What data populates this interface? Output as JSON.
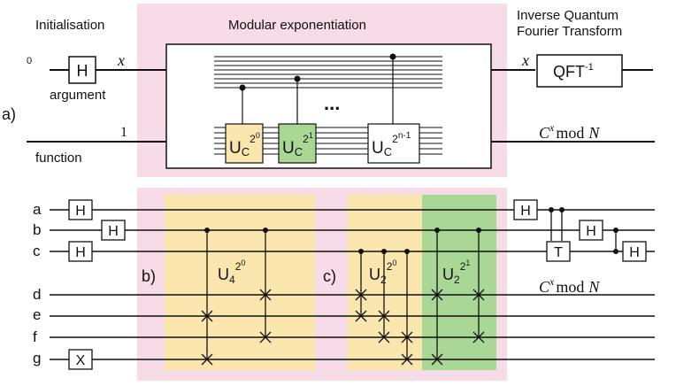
{
  "colors": {
    "pink": "#f7dbe6",
    "yellow": "#fbe7ad",
    "green": "#a9d896",
    "gate_fill": "#ffffff",
    "ink": "#111111"
  },
  "top": {
    "label_init": "Initialisation",
    "label_modexp": "Modular exponentiation",
    "label_iqft_1": "Inverse Quantum",
    "label_iqft_2": "Fourier Transform",
    "input_zero": "0",
    "input_one": "1",
    "h_gate": "H",
    "x_var": "x",
    "label_argument": "argument",
    "label_function": "function",
    "panel_label": "a)",
    "dots": "...",
    "u_gates": [
      {
        "base": "U",
        "sub": "C",
        "sup": "2",
        "supsup": "0",
        "color": "yellow"
      },
      {
        "base": "U",
        "sub": "C",
        "sup": "2",
        "supsup": "1",
        "color": "green"
      },
      {
        "base": "U",
        "sub": "C",
        "sup": "2",
        "supsup": "n-1",
        "color": "white"
      }
    ],
    "qft_label": "QFT",
    "qft_sup": "-1",
    "output_x": "x",
    "output_c": "C",
    "output_c_sup": "x",
    "output_mod": "mod",
    "output_n": "N"
  },
  "bottom": {
    "qubits": [
      "a",
      "b",
      "c",
      "d",
      "e",
      "f",
      "g"
    ],
    "h_gate": "H",
    "x_gate": "X",
    "t_gate": "T",
    "panel_b": "b)",
    "panel_c": "c)",
    "u_b": {
      "base": "U",
      "sub": "4",
      "sup": "2",
      "supsup": "0"
    },
    "u_c1": {
      "base": "U",
      "sub": "2",
      "sup": "2",
      "supsup": "0"
    },
    "u_c2": {
      "base": "U",
      "sub": "2",
      "sup": "2",
      "supsup": "1"
    },
    "output_c": "C",
    "output_c_sup": "x",
    "output_mod": "mod",
    "output_n": "N"
  }
}
